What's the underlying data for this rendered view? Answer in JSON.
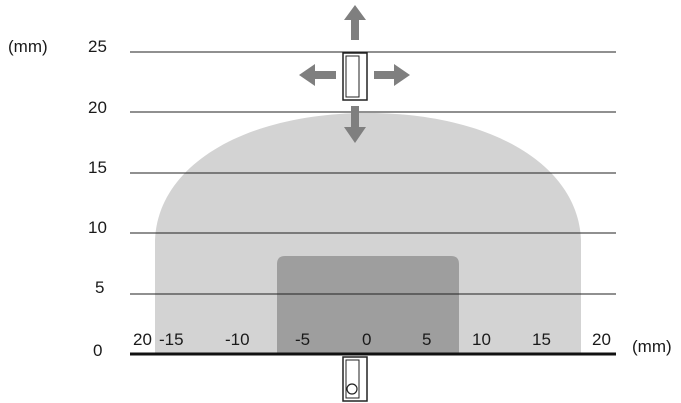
{
  "diagram": {
    "y_unit": "(mm)",
    "x_unit": "(mm)",
    "y_ticks": [
      "0",
      "5",
      "10",
      "15",
      "20",
      "25"
    ],
    "x_ticks": [
      "20",
      "-15",
      "-10",
      "-5",
      "0",
      "5",
      "10",
      "15",
      "20"
    ],
    "zones": {
      "outer_color": "#d3d3d3",
      "inner_color": "#9e9e9e"
    },
    "arrow_color": "#7f7f7f"
  }
}
